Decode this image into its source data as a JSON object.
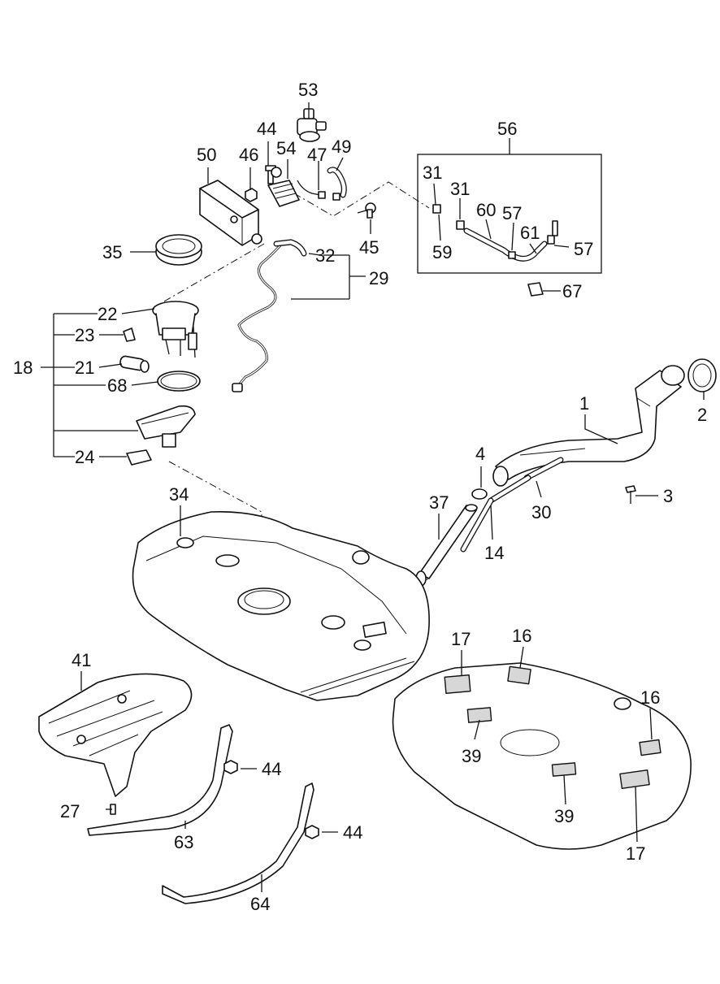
{
  "diagram": {
    "colors": {
      "line": "#111111",
      "background": "#ffffff",
      "shade": "#d7d7d7"
    },
    "callouts": [
      {
        "id": "c53",
        "text": "53"
      },
      {
        "id": "c44a",
        "text": "44"
      },
      {
        "id": "c54",
        "text": "54"
      },
      {
        "id": "c47",
        "text": "47"
      },
      {
        "id": "c49",
        "text": "49"
      },
      {
        "id": "c50",
        "text": "50"
      },
      {
        "id": "c46",
        "text": "46"
      },
      {
        "id": "c56",
        "text": "56"
      },
      {
        "id": "c31a",
        "text": "31"
      },
      {
        "id": "c31b",
        "text": "31"
      },
      {
        "id": "c60",
        "text": "60"
      },
      {
        "id": "c57a",
        "text": "57"
      },
      {
        "id": "c61",
        "text": "61"
      },
      {
        "id": "c57b",
        "text": "57"
      },
      {
        "id": "c59",
        "text": "59"
      },
      {
        "id": "c45",
        "text": "45"
      },
      {
        "id": "c35",
        "text": "35"
      },
      {
        "id": "c32",
        "text": "32"
      },
      {
        "id": "c29",
        "text": "29"
      },
      {
        "id": "c67",
        "text": "67"
      },
      {
        "id": "c22",
        "text": "22"
      },
      {
        "id": "c23",
        "text": "23"
      },
      {
        "id": "c18",
        "text": "18"
      },
      {
        "id": "c21",
        "text": "21"
      },
      {
        "id": "c68",
        "text": "68"
      },
      {
        "id": "c24",
        "text": "24"
      },
      {
        "id": "c1",
        "text": "1"
      },
      {
        "id": "c2",
        "text": "2"
      },
      {
        "id": "c4",
        "text": "4"
      },
      {
        "id": "c3",
        "text": "3"
      },
      {
        "id": "c30",
        "text": "30"
      },
      {
        "id": "c37",
        "text": "37"
      },
      {
        "id": "c14",
        "text": "14"
      },
      {
        "id": "c34",
        "text": "34"
      },
      {
        "id": "c41",
        "text": "41"
      },
      {
        "id": "c17a",
        "text": "17"
      },
      {
        "id": "c16a",
        "text": "16"
      },
      {
        "id": "c16b",
        "text": "16"
      },
      {
        "id": "c39a",
        "text": "39"
      },
      {
        "id": "c44b",
        "text": "44"
      },
      {
        "id": "c27",
        "text": "27"
      },
      {
        "id": "c63",
        "text": "63"
      },
      {
        "id": "c44c",
        "text": "44"
      },
      {
        "id": "c39b",
        "text": "39"
      },
      {
        "id": "c17b",
        "text": "17"
      },
      {
        "id": "c64",
        "text": "64"
      }
    ]
  }
}
